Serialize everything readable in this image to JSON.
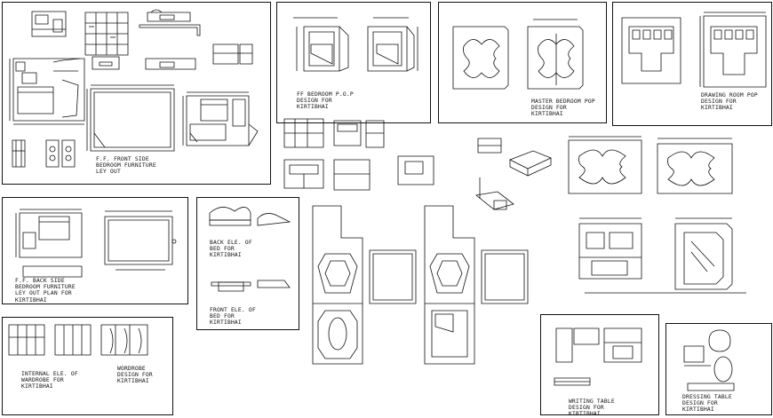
{
  "labels": {
    "ff_front": "F.F. FRONT SIDE\nBEDROOM FURNITURE\nLEY OUT",
    "ff_bedroom_pop": "FF BEDROOM P.O.P\nDESIGN FOR\nKIRTIBHAI",
    "master_pop": "MASTER BEDROOM POP\nDESIGN FOR\nKIRTIBHAI",
    "drawing_pop": "DRAWING ROOM POP\nDESIGN FOR\nKIRTIBHAI",
    "ff_back": "F.F. BACK SIDE\nBEDROOM FURNITURE\nLEY OUT PLAN FOR\nKIRTIBHAI",
    "back_bed": "BACK ELE. OF\nBED FOR\nKIRTIBHAI",
    "front_bed": "FRONT ELE. OF\nBED FOR\nKIRTIBHAI",
    "internal_wardrobe": "INTERNAL ELE. OF\nWARDROBE FOR\nKIRTIBHAI",
    "wordrobe": "WORDROBE\nDESIGN FOR\nKIRTIBHAI",
    "writing_table": "WRITING TABLE\nDESIGN FOR\nKIRTIBHAI",
    "dressing_table": "DRESSING TABLE\nDESIGN FOR\nKIRTIBHAI"
  },
  "colors": {
    "line": "#111111",
    "background": "#ffffff"
  }
}
